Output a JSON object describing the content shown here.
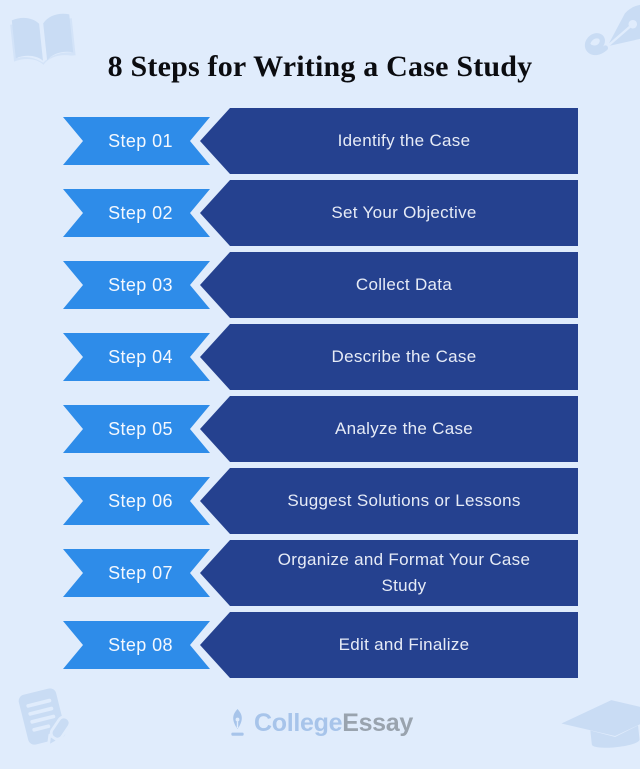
{
  "title": "8 Steps for Writing a Case Study",
  "steps": [
    {
      "label": "Step 01",
      "text": "Identify the Case"
    },
    {
      "label": "Step 02",
      "text": "Set Your Objective"
    },
    {
      "label": "Step 03",
      "text": "Collect Data"
    },
    {
      "label": "Step 04",
      "text": "Describe the Case"
    },
    {
      "label": "Step 05",
      "text": "Analyze the Case"
    },
    {
      "label": "Step 06",
      "text": "Suggest Solutions or Lessons"
    },
    {
      "label": "Step 07",
      "text": "Organize and Format Your Case Study"
    },
    {
      "label": "Step 08",
      "text": "Edit and Finalize"
    }
  ],
  "footer": {
    "logo_icon": "pen-nib-icon",
    "brand_part1": "College",
    "brand_part2": "Essay"
  },
  "decorations": [
    "open-book-icon",
    "fountain-pen-icon",
    "document-pen-icon",
    "graduation-cap-icon"
  ],
  "colors": {
    "bg": "#e0ecfc",
    "navy": "#25418f",
    "blue": "#2e8ce9",
    "title_text": "#0b0c10",
    "banner_text": "#e6ebf6",
    "ribbon_text": "#f4f8fe",
    "decor": "#c9dcf4",
    "logo_college": "#a7c4ea",
    "logo_essay": "#99a3ae"
  }
}
